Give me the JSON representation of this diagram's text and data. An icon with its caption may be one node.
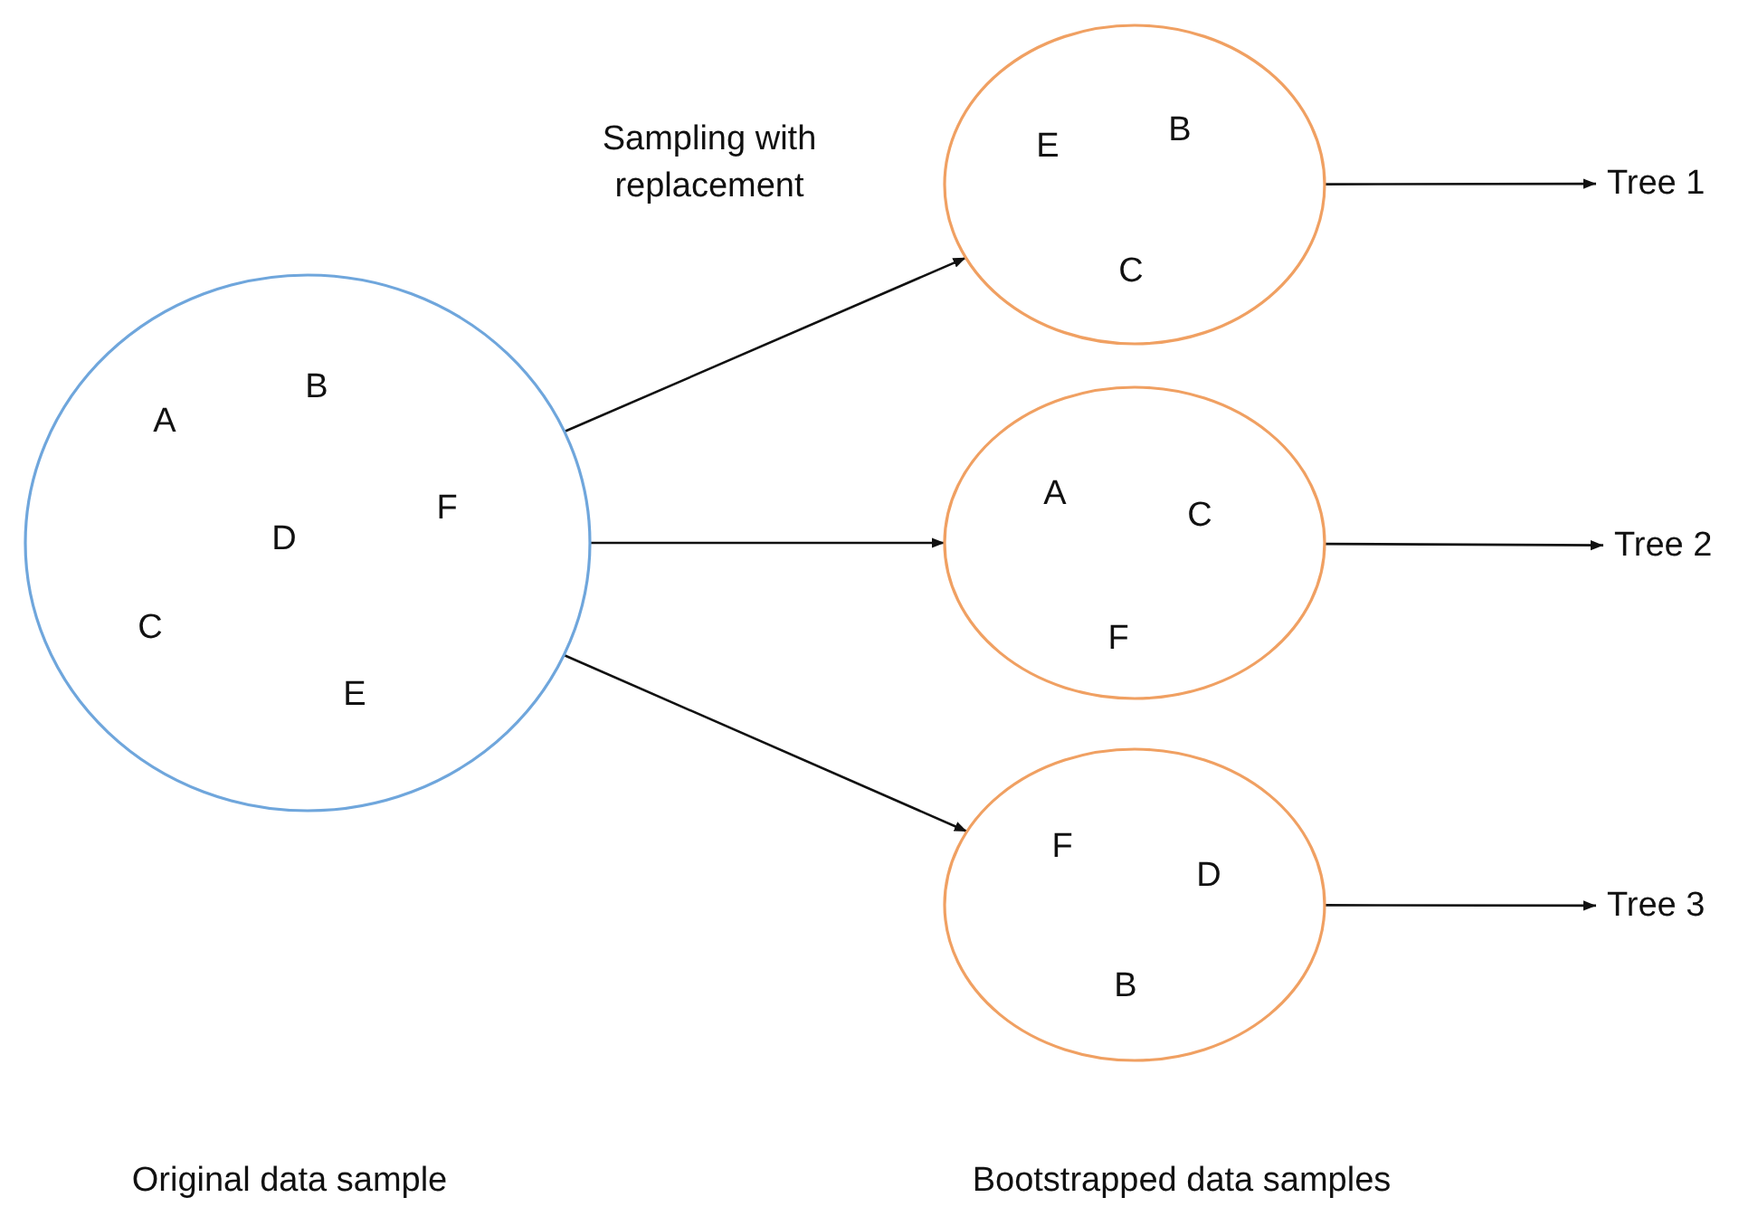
{
  "diagram": {
    "nodes": [
      {
        "text": [
          "A",
          "B",
          "F",
          "D",
          "C",
          "E"
        ]
      },
      {
        "text": [
          "E",
          "B",
          "C"
        ]
      },
      {
        "text": [
          "A",
          "C",
          "F"
        ]
      },
      {
        "text": [
          "F",
          "D",
          "B"
        ]
      },
      {
        "text": [
          "Tree 1"
        ]
      },
      {
        "text": [
          "Tree 2"
        ]
      },
      {
        "text": [
          "Tree 3"
        ]
      }
    ],
    "edges": [
      {
        "from": 0,
        "to": 1,
        "arrow": "to",
        "label": "Sampling with replacement"
      },
      {
        "from": 0,
        "to": 2,
        "arrow": "to"
      },
      {
        "from": 0,
        "to": 3,
        "arrow": "to"
      },
      {
        "from": 1,
        "to": 4,
        "arrow": "to"
      },
      {
        "from": 2,
        "to": 5,
        "arrow": "to"
      },
      {
        "from": 3,
        "to": 6,
        "arrow": "to"
      }
    ],
    "labels": [
      "Original data sample",
      "Bootstrapped data samples"
    ]
  }
}
